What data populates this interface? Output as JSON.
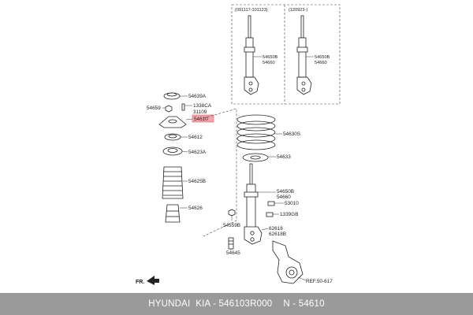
{
  "variants": {
    "left_label": "(091117-101123)",
    "right_label": "(120923-)",
    "left_part_a": "54650B",
    "left_part_b": "54660",
    "right_part_a": "54650B",
    "right_part_b": "54660"
  },
  "labels": {
    "p54639A": "54639A",
    "p54659": "54659",
    "p1338CA": "1338CA",
    "p31109": "31109",
    "p54610": "54610",
    "p54612": "54612",
    "p54623A": "54623A",
    "p54625B": "54625B",
    "p54626": "54626",
    "p54630S": "54630S",
    "p54633": "54633",
    "p54650B": "54650B",
    "p54660": "54660",
    "p53010": "53010",
    "p1339GB": "1339GB",
    "p54559B": "54559B",
    "p62618": "62618",
    "p62618B": "62618B",
    "p54645": "54645",
    "ref": "REF.50-617",
    "fr": "FR."
  },
  "highlight_color": "#f4a3a8",
  "footer": {
    "brand": "HYUNDAI  KIA - 546103R000",
    "part": "N - 54610",
    "background": "#9a9a9a"
  }
}
